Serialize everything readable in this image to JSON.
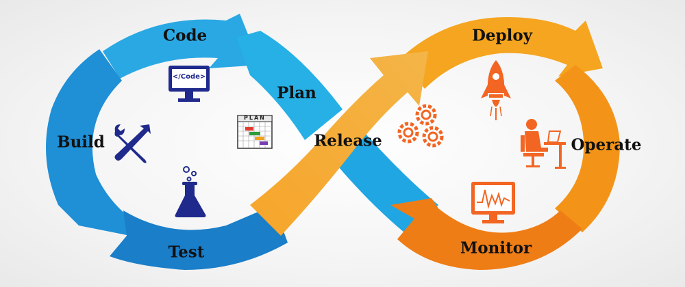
{
  "stages": {
    "code": "Code",
    "plan": "Plan",
    "build": "Build",
    "test": "Test",
    "release": "Release",
    "deploy": "Deploy",
    "operate": "Operate",
    "monitor": "Monitor"
  },
  "icons": {
    "code_screen_text": "</Code>",
    "plan_board_text": "PLAN",
    "code": "monitor-code-icon",
    "plan": "plan-chart-icon",
    "build": "tools-icon",
    "test": "flask-icon",
    "release": "gears-icon",
    "deploy": "rocket-icon",
    "operate": "operator-icon",
    "monitor": "monitor-graph-icon"
  },
  "colors": {
    "blue": "#1ea0e0",
    "blue_dark": "#1479c2",
    "orange": "#f5a21b",
    "orange_dark": "#ee7a12",
    "navy_icon": "#1f2a8c",
    "orange_icon": "#f26522"
  }
}
